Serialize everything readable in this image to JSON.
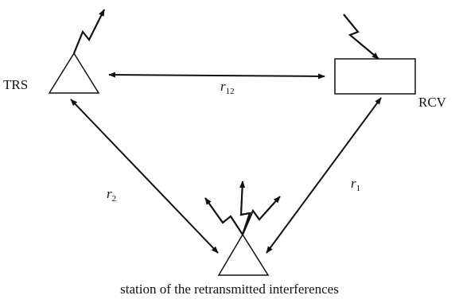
{
  "nodes": {
    "transmitter_label": "TRS",
    "receiver_label": "RCV",
    "interference_station_label": "station of the retransmitted interferences"
  },
  "distances": {
    "r12": {
      "symbol": "r",
      "subscript": "12"
    },
    "r2": {
      "symbol": "r",
      "subscript": "2"
    },
    "r1": {
      "symbol": "r",
      "subscript": "1"
    }
  },
  "colors": {
    "stroke": "#111111",
    "background": "#ffffff"
  }
}
